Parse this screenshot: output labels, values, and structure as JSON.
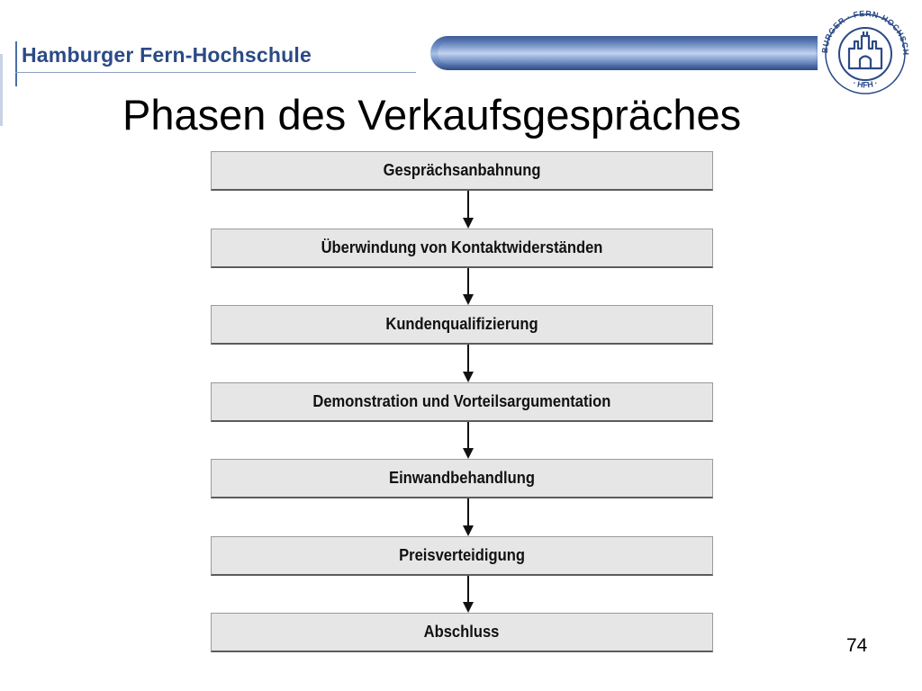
{
  "header": {
    "brand": "Hamburger Fern-Hochschule",
    "seal_text_top": "HAMBURGER · FERN-HOCHSCHULE",
    "seal_text_bottom": "· HFH ·"
  },
  "slide": {
    "title": "Phasen des Verkaufsgespräches",
    "page_number": "74"
  },
  "steps": [
    "Gesprächsanbahnung",
    "Überwindung von Kontaktwiderständen",
    "Kundenqualifizierung",
    "Demonstration und Vorteilsargumentation",
    "Einwandbehandlung",
    "Preisverteidigung",
    "Abschluss"
  ],
  "colors": {
    "brand": "#2b4a86",
    "box_fill": "#e6e6e6",
    "box_border": "#5c5c5c"
  }
}
